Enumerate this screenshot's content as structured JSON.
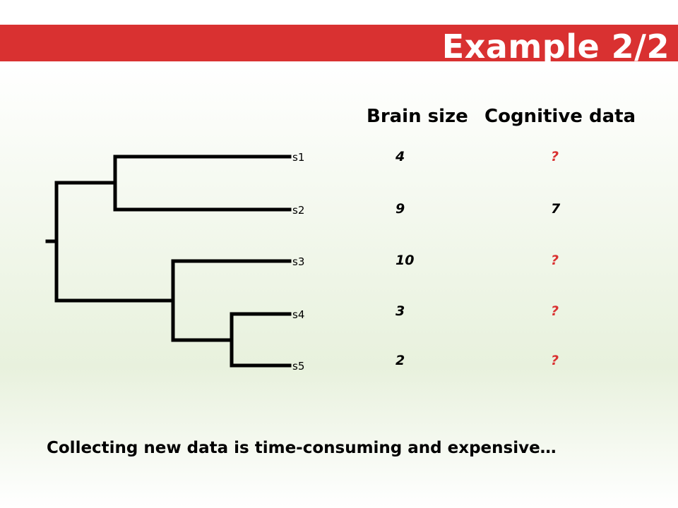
{
  "slide": {
    "title": "Example 2/2",
    "footer": "Collecting new data is time-consuming and expensive…"
  },
  "colors": {
    "title_bar": "#d93131",
    "missing_value": "#d93131",
    "known_value": "#000000"
  },
  "table": {
    "headers": [
      "Brain size",
      "Cognitive data"
    ],
    "rows": [
      {
        "species": "s1",
        "brain_size": "4",
        "cognitive": "?"
      },
      {
        "species": "s2",
        "brain_size": "9",
        "cognitive": "7"
      },
      {
        "species": "s3",
        "brain_size": "10",
        "cognitive": "?"
      },
      {
        "species": "s4",
        "brain_size": "3",
        "cognitive": "?"
      },
      {
        "species": "s5",
        "brain_size": "2",
        "cognitive": "?"
      }
    ]
  }
}
